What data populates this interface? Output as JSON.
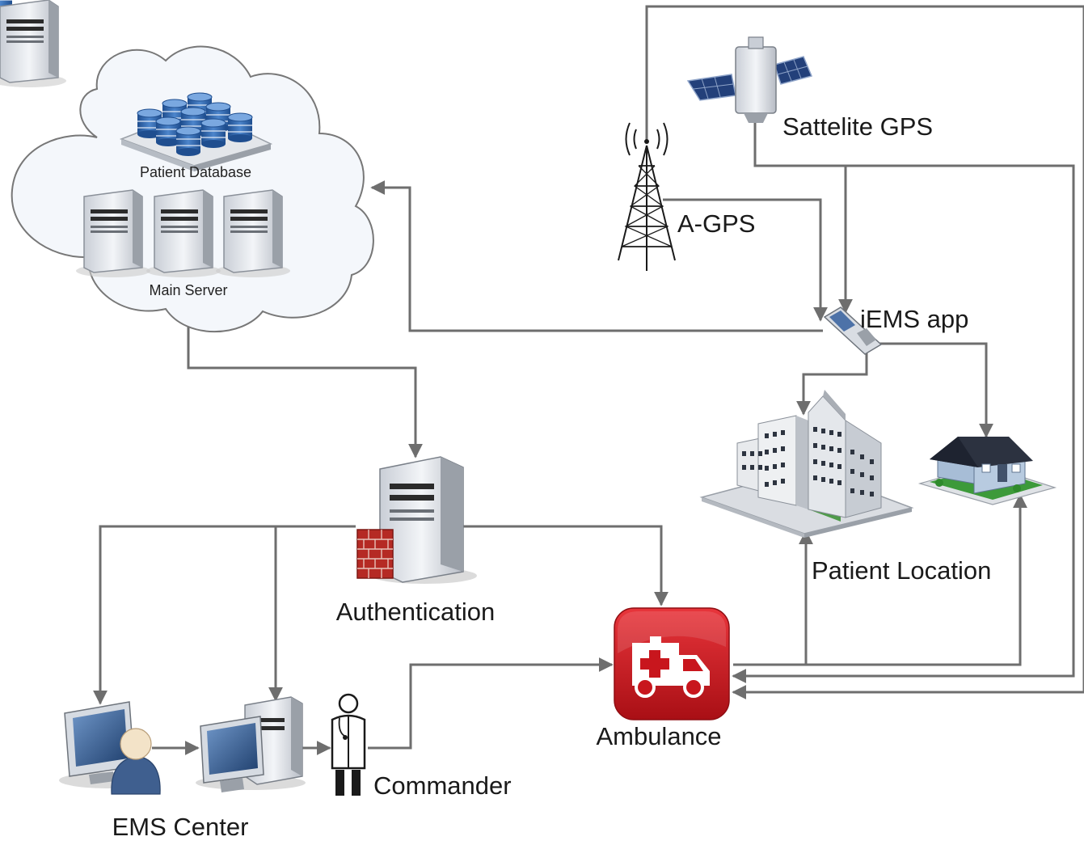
{
  "labels": {
    "patient_database": "Patient Database",
    "main_server": "Main Server",
    "satellite_gps": "Sattelite GPS",
    "a_gps": "A-GPS",
    "iems_app": "iEMS app",
    "authentication": "Authentication",
    "ambulance": "Ambulance",
    "patient_location": "Patient Location",
    "commander": "Commander",
    "ems_center": "EMS Center"
  },
  "colors": {
    "connector": "#6e6e6e",
    "ambulance_red": "#c8161d",
    "cloud_fill": "#f4f7fb",
    "database_blue": "#2f63a8",
    "house_roof": "#2c3240"
  },
  "icons": {
    "cloud": "cloud-icon",
    "database": "database-cluster-icon",
    "server": "server-tower-icon",
    "satellite": "satellite-icon",
    "tower": "radio-tower-icon",
    "phone": "mobile-phone-icon",
    "hospital": "hospital-building-icon",
    "house": "house-icon",
    "firewall": "firewall-icon",
    "ambulance": "ambulance-icon",
    "doctor": "doctor-icon",
    "workstation": "workstation-icon"
  }
}
